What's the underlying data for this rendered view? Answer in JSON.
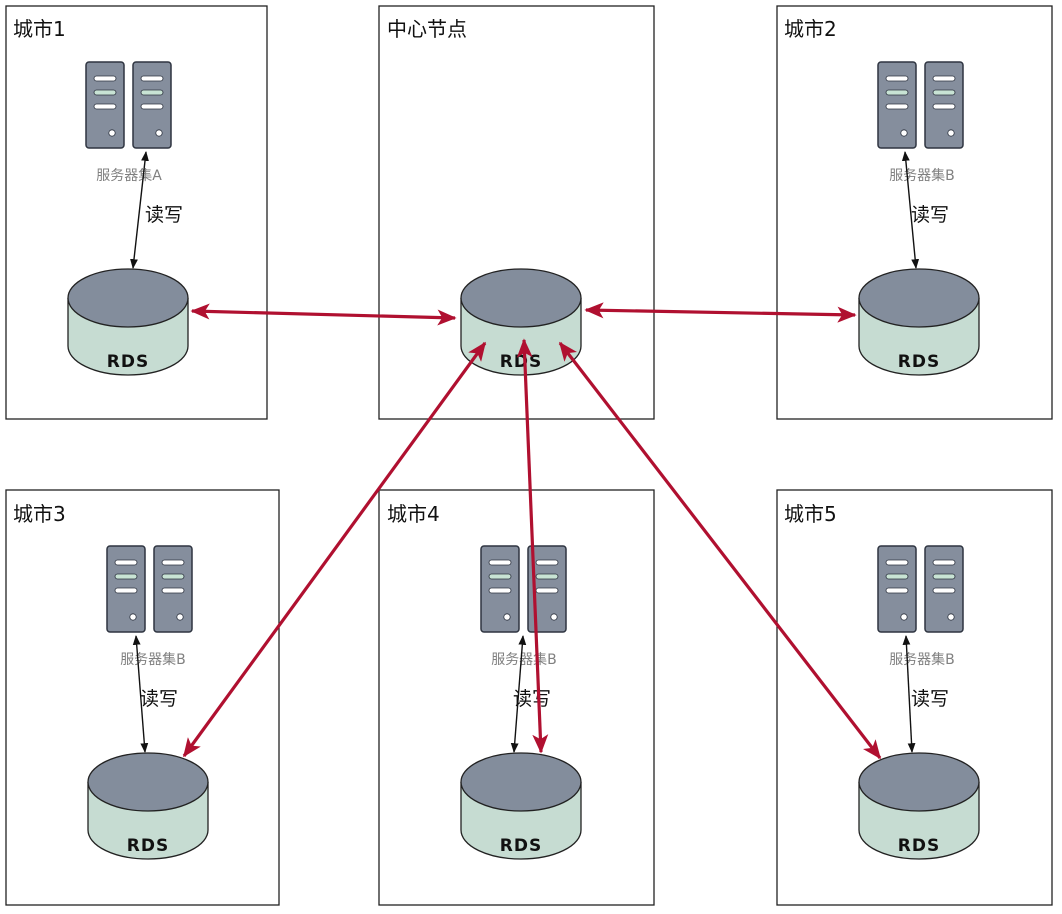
{
  "colors": {
    "box_border": "#222222",
    "cylinder_top": "#838d9c",
    "cylinder_body": "#c6dcd2",
    "server": "#858e9d",
    "replication_arrow": "#b01030",
    "rw_arrow": "#111111"
  },
  "center": {
    "title": "中心节点",
    "db_label": "RDS"
  },
  "cities": [
    {
      "id": "c1",
      "title": "城市1",
      "server_label": "服务器集A",
      "rw_label": "读写",
      "db_label": "RDS"
    },
    {
      "id": "c2",
      "title": "城市2",
      "server_label": "服务器集B",
      "rw_label": "读写",
      "db_label": "RDS"
    },
    {
      "id": "c3",
      "title": "城市3",
      "server_label": "服务器集B",
      "rw_label": "读写",
      "db_label": "RDS"
    },
    {
      "id": "c4",
      "title": "城市4",
      "server_label": "服务器集B",
      "rw_label": "读写",
      "db_label": "RDS"
    },
    {
      "id": "c5",
      "title": "城市5",
      "server_label": "服务器集B",
      "rw_label": "读写",
      "db_label": "RDS"
    }
  ],
  "icons": {
    "server": "server-rack-icon",
    "database": "database-cylinder-icon"
  }
}
